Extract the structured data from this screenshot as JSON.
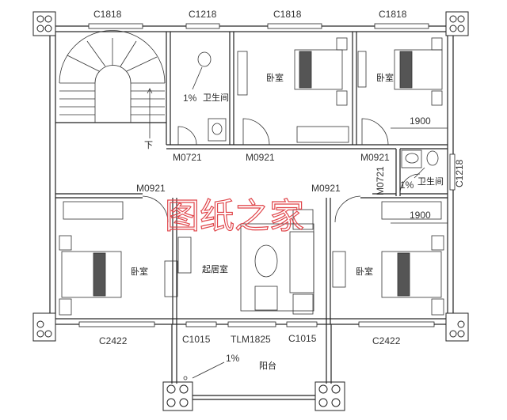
{
  "windows": {
    "top_1": "C1818",
    "top_2": "C1218",
    "top_3": "C1818",
    "top_4": "C1818",
    "right_1": "C1218",
    "bottom_1": "C2422",
    "bottom_2": "C1015",
    "bottom_3": "C1015",
    "bottom_4": "C2422"
  },
  "doors": {
    "bath_1": "M0721",
    "bedroom_1": "M0921",
    "bedroom_2": "M0921",
    "bath_2": "M0721",
    "bedroom_3": "M0921",
    "bedroom_4": "M0921",
    "balcony": "TLM1825"
  },
  "rooms": {
    "bathroom_1": "卫生间",
    "bedroom_top_mid": "卧室",
    "bedroom_top_right": "卧室",
    "bathroom_2": "卫生间",
    "bedroom_bottom_left": "卧室",
    "living_room": "起居室",
    "bedroom_bottom_right": "卧室",
    "balcony": "阳台"
  },
  "annotations": {
    "slope_bath_1": "1%",
    "slope_bath_2": "1%",
    "slope_balcony": "1%",
    "stair_down": "下",
    "dim_top": "1900",
    "dim_bottom": "1900"
  },
  "watermark": "图纸之家",
  "colors": {
    "lines": "#222222",
    "watermark": "#e0454a"
  }
}
